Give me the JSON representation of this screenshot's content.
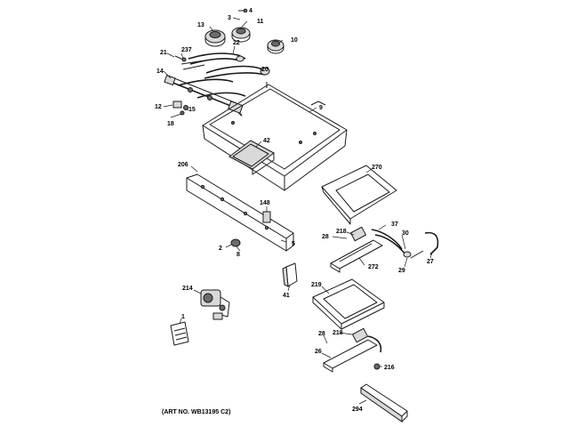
{
  "diagram": {
    "art_number": "(ART NO. WB13195 C2)",
    "callouts": [
      "4",
      "3",
      "11",
      "13",
      "22",
      "10",
      "21",
      "237",
      "20",
      "14",
      "9",
      "12",
      "15",
      "18",
      "42",
      "206",
      "270",
      "148",
      "37",
      "218",
      "28",
      "30",
      "2",
      "8",
      "5",
      "27",
      "272",
      "29",
      "41",
      "214",
      "219",
      "1",
      "218",
      "28",
      "26",
      "216",
      "294"
    ]
  }
}
